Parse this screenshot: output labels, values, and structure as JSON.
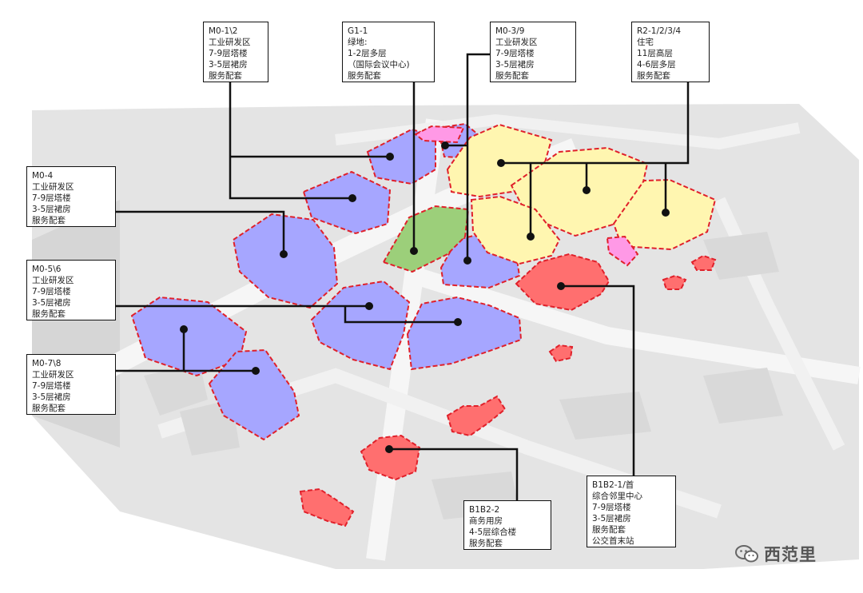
{
  "colors": {
    "industrial": "#a6a6ff",
    "green": "#9ccf7a",
    "residential": "#fff6b0",
    "commercial": "#ff6f6f",
    "pink": "#ff99e6",
    "boundary": "#e0202a",
    "leader": "#111111",
    "base": "#e2e2e2",
    "road": "#f4f4f4"
  },
  "labels": [
    {
      "id": "m0-1-2",
      "lines": [
        "M0-1\\2",
        "工业研发区",
        "7-9层塔楼",
        "3-5层裙房",
        "服务配套"
      ]
    },
    {
      "id": "g1-1",
      "lines": [
        "G1-1",
        "绿地:",
        "1-2层多层",
        "（国际会议中心)",
        "服务配套"
      ]
    },
    {
      "id": "m0-3-9",
      "lines": [
        "M0-3/9",
        "工业研发区",
        "7-9层塔楼",
        "3-5层裙房",
        "服务配套"
      ]
    },
    {
      "id": "r2",
      "lines": [
        "R2-1/2/3/4",
        "住宅",
        "11层高层",
        "4-6层多层",
        "服务配套"
      ]
    },
    {
      "id": "m0-4",
      "lines": [
        "M0-4",
        "工业研发区",
        "7-9层塔楼",
        "3-5层裙房",
        "服务配套"
      ]
    },
    {
      "id": "m0-5-6",
      "lines": [
        "M0-5\\6",
        "工业研发区",
        "7-9层塔楼",
        "3-5层裙房",
        "服务配套"
      ]
    },
    {
      "id": "m0-7-8",
      "lines": [
        "M0-7\\8",
        "工业研发区",
        "7-9层塔楼",
        "3-5层裙房",
        "服务配套"
      ]
    },
    {
      "id": "b1b2-2",
      "lines": [
        "B1B2-2",
        "商务用房",
        "4-5层综合楼",
        "服务配套"
      ]
    },
    {
      "id": "b1b2-1",
      "lines": [
        "B1B2-1/首",
        "综合邻里中心",
        "7-9层塔楼",
        "3-5层裙房",
        "服务配套",
        "公交首末站"
      ]
    }
  ],
  "watermark": {
    "text": "西范里"
  }
}
